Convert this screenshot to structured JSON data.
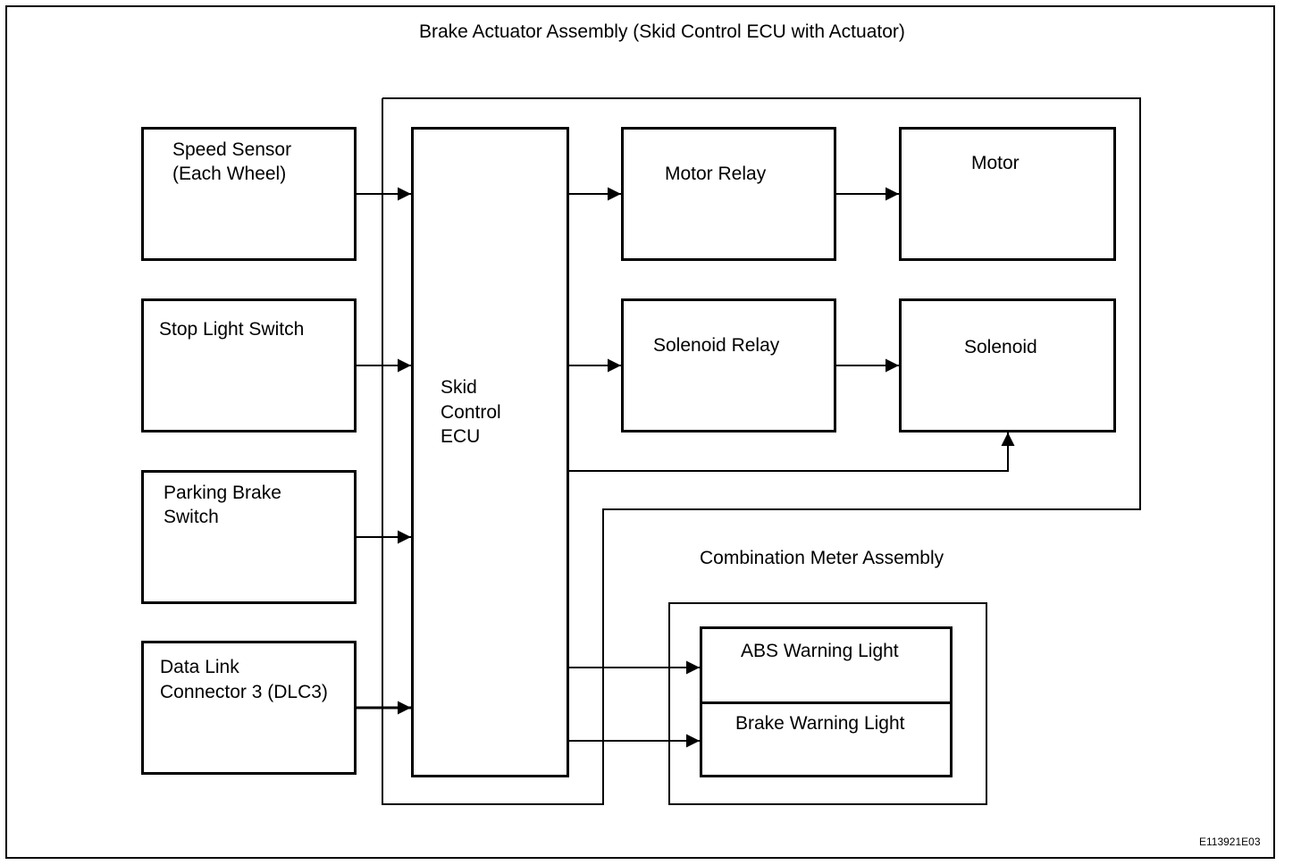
{
  "titles": {
    "actuator_assembly": "Brake Actuator Assembly (Skid Control ECU with Actuator)",
    "combination_meter": "Combination Meter Assembly"
  },
  "inputs": {
    "speed_sensor_line1": "Speed Sensor",
    "speed_sensor_line2": "(Each Wheel)",
    "stop_light_switch": "Stop Light Switch",
    "parking_brake_line1": "Parking Brake",
    "parking_brake_line2": "Switch",
    "dlc3_line1": "Data Link",
    "dlc3_line2": "Connector 3 (DLC3)"
  },
  "ecu": {
    "line1": "Skid",
    "line2": "Control",
    "line3": "ECU"
  },
  "outputs": {
    "motor_relay": "Motor Relay",
    "motor": "Motor",
    "solenoid_relay": "Solenoid Relay",
    "solenoid": "Solenoid",
    "abs_warning_light": "ABS Warning Light",
    "brake_warning_light": "Brake Warning Light"
  },
  "figure_code": "E113921E03"
}
